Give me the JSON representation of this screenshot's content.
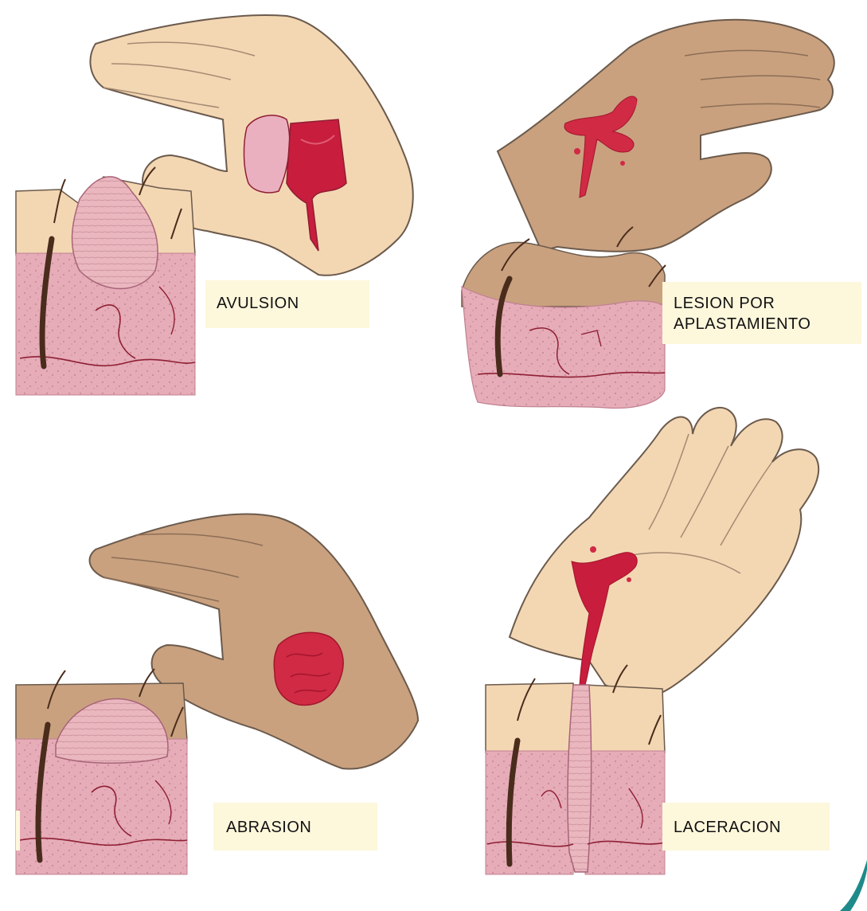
{
  "colors": {
    "light_skin": "#f3d7b3",
    "dark_skin": "#c9a17f",
    "skin_outline": "#6b5a4c",
    "dermis": "#e6acb8",
    "dermis_dots": "#b97a8a",
    "vessel": "#8e1f33",
    "blood": "#d02a45",
    "blood_dark": "#a3152d",
    "hair": "#4a2c1c",
    "label_bg": "#fdf7dc",
    "corner_accent": "#1f8a8a"
  },
  "panels": [
    {
      "id": "avulsion",
      "label_lines": [
        "AVULSION"
      ],
      "hand": "light",
      "wound": "avulsion-flap"
    },
    {
      "id": "crush",
      "label_lines": [
        "LESION POR",
        "APLASTAMIENTO"
      ],
      "hand": "dark",
      "wound": "crush-splatter"
    },
    {
      "id": "abrasion",
      "label_lines": [
        "ABRASION"
      ],
      "hand": "dark",
      "wound": "abrasion-patch"
    },
    {
      "id": "laceration",
      "label_lines": [
        "LACERACION"
      ],
      "hand": "light",
      "wound": "laceration-cut"
    }
  ]
}
